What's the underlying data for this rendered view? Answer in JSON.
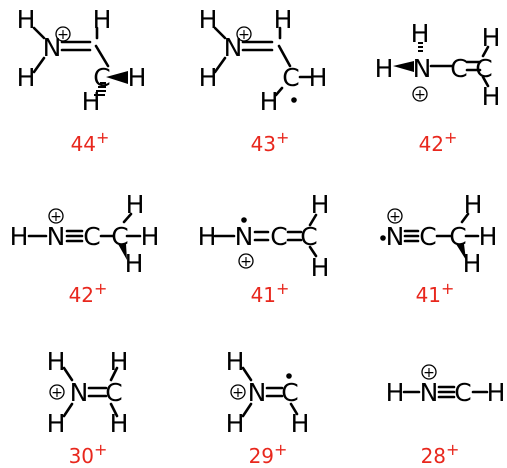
{
  "colors": {
    "atoms": "#000000",
    "mass_labels": "#e8271d"
  },
  "atom_symbols": {
    "hydrogen": "H",
    "nitrogen": "N",
    "carbon": "C",
    "plus": "+"
  },
  "fragments": [
    {
      "id": "frag-44",
      "mass": "44",
      "charge": "+"
    },
    {
      "id": "frag-43",
      "mass": "43",
      "charge": "+"
    },
    {
      "id": "frag-42a",
      "mass": "42",
      "charge": "+"
    },
    {
      "id": "frag-42b",
      "mass": "42",
      "charge": "+"
    },
    {
      "id": "frag-41a",
      "mass": "41",
      "charge": "+"
    },
    {
      "id": "frag-41b",
      "mass": "41",
      "charge": "+"
    },
    {
      "id": "frag-30",
      "mass": "30",
      "charge": "+"
    },
    {
      "id": "frag-29",
      "mass": "29",
      "charge": "+"
    },
    {
      "id": "frag-28",
      "mass": "28",
      "charge": "+"
    }
  ]
}
